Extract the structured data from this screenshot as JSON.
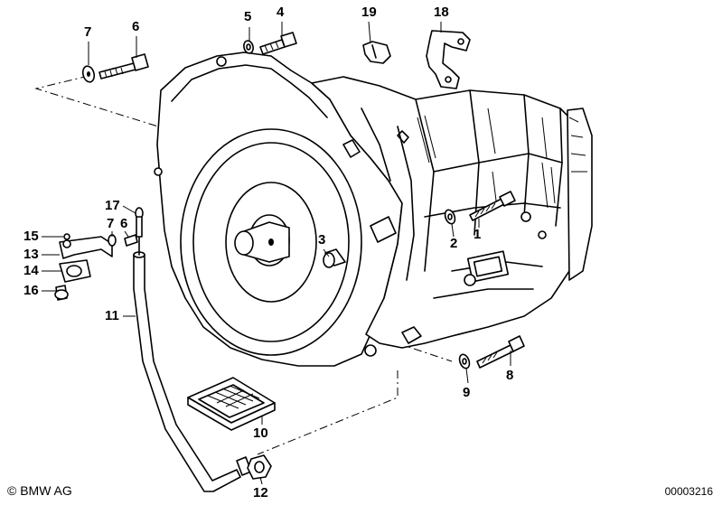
{
  "callouts": {
    "n1": "1",
    "n2": "2",
    "n3": "3",
    "n4": "4",
    "n5": "5",
    "n6a": "6",
    "n6b": "6",
    "n7a": "7",
    "n7b": "7",
    "n8": "8",
    "n9": "9",
    "n10": "10",
    "n11": "11",
    "n12": "12",
    "n13": "13",
    "n14": "14",
    "n15": "15",
    "n16": "16",
    "n17": "17",
    "n18": "18",
    "n19": "19"
  },
  "footer": {
    "brand": "© BMW AG",
    "drawing_number": "00003216"
  }
}
